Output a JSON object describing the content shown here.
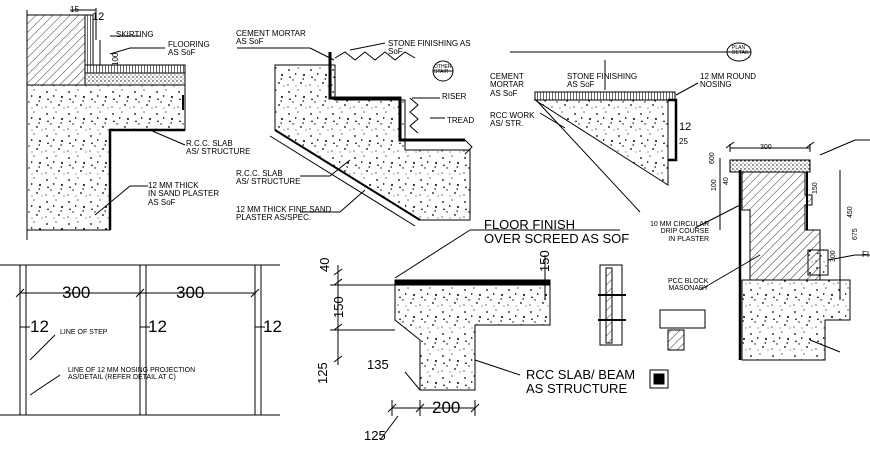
{
  "labels": {
    "l_15": "15",
    "l_12a": "12",
    "l_skirting": "SKIRTING",
    "l_100": "100",
    "l_flooring": "FLOORING\nAS SoF",
    "l_rcc_slab1": "R.C.C. SLAB\nAS/ STRUCTURE",
    "l_plaster12": "12 MM THICK\nIN SAND PLASTER\nAS SoF",
    "l_cement1": "CEMENT MORTAR\nAS SoF",
    "l_stone1": "STONE FINISHING AS\nSoF",
    "l_other": "OTHER\nSTAIR",
    "l_riser": "RISER",
    "l_tread": "TREAD",
    "l_rcc_slab2": "R.C.C. SLAB\nAS/ STRUCTURE",
    "l_finesand": "12 MM THICK FINE SAND\nPLASTER AS/SPEC.",
    "l_cement2": "CEMENT\nMORTAR\nAS SoF",
    "l_stone2": "STONE FINISHING\nAS SoF",
    "l_round": "12 MM ROUND\nNOSING",
    "l_rccwork": "RCC WORK\nAS/ STR.",
    "l_12b": "12",
    "l_25": "25",
    "l_plan": "PLAN\nDETAIL",
    "l_300a": "300",
    "l_300b": "300",
    "l_12c": "12",
    "l_12d": "12",
    "l_12e": "12",
    "l_linestep": "LINE OF STEP",
    "l_nosing": "LINE OF 12 MM NOSING PROJECTION\nAS/DETAIL (REFER DETAIL AT C)",
    "l_floorfinish": "FLOOR FINISH\nOVER SCREED AS SOF",
    "l_40": "40",
    "l_150a": "150",
    "l_150b": "150",
    "l_125a": "125",
    "l_135": "135",
    "l_rccbeam": "RCC SLAB/ BEAM\nAS STRUCTURE",
    "l_200": "200",
    "l_125b": "125",
    "l_300c": "300",
    "l_drip": "10 MM CIRCULAR\nDRIP COURSE\nIN PLASTER",
    "l_pcc": "PCC BLOCK\nMASONARY",
    "l_fi": "FI",
    "l_600": "600",
    "l_300d": "300",
    "l_450": "450",
    "l_100b": "100",
    "l_40b": "40",
    "l_150c": "150",
    "l_675": "675"
  }
}
